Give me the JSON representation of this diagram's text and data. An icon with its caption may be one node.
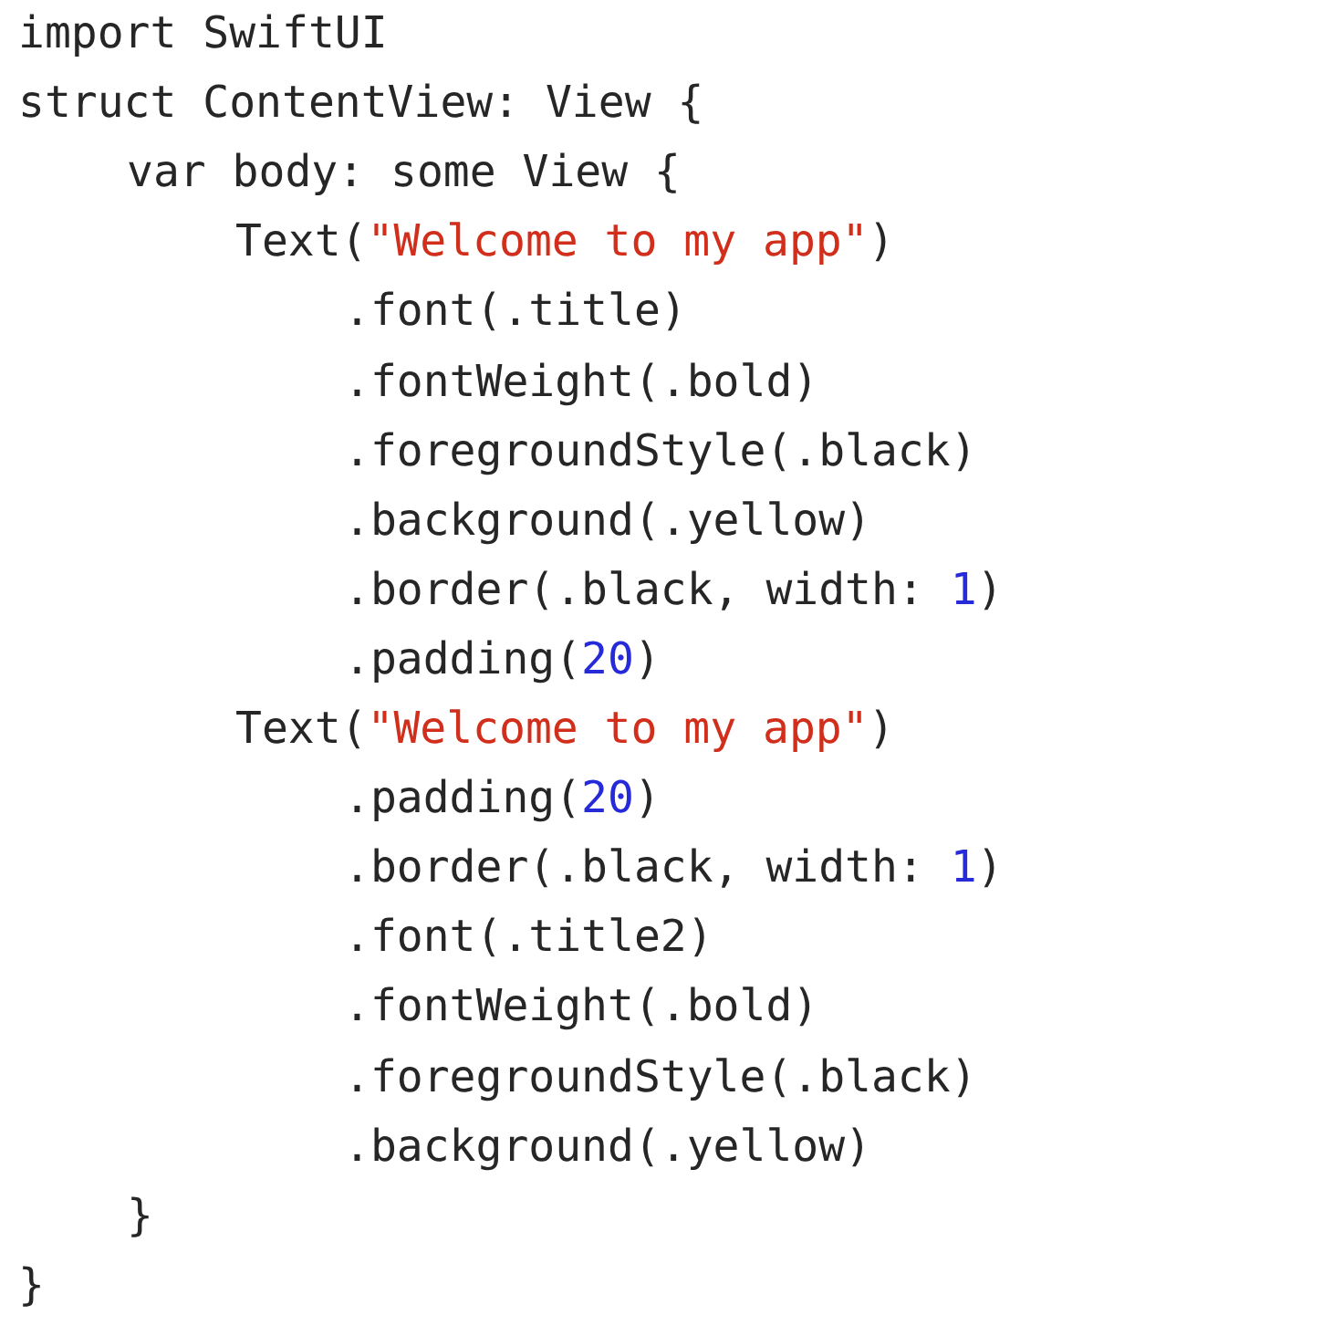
{
  "diagram": {
    "labels": [
      "import SwiftUI",
      "struct ContentView: View {",
      "var body: some View {",
      "Text(\"Welcome to my app\")",
      ".font(.title)",
      ".fontWeight(.bold)",
      ".foregroundStyle(.black)",
      ".background(.yellow)",
      ".border(.black, width: 1)",
      ".padding(20)",
      "Text(\"Welcome to my app\")",
      ".padding(20)",
      ".border(.black, width: 1)",
      ".font(.title2)",
      ".fontWeight(.bold)",
      ".foregroundStyle(.black)",
      ".background(.yellow)",
      "}",
      "}"
    ]
  }
}
